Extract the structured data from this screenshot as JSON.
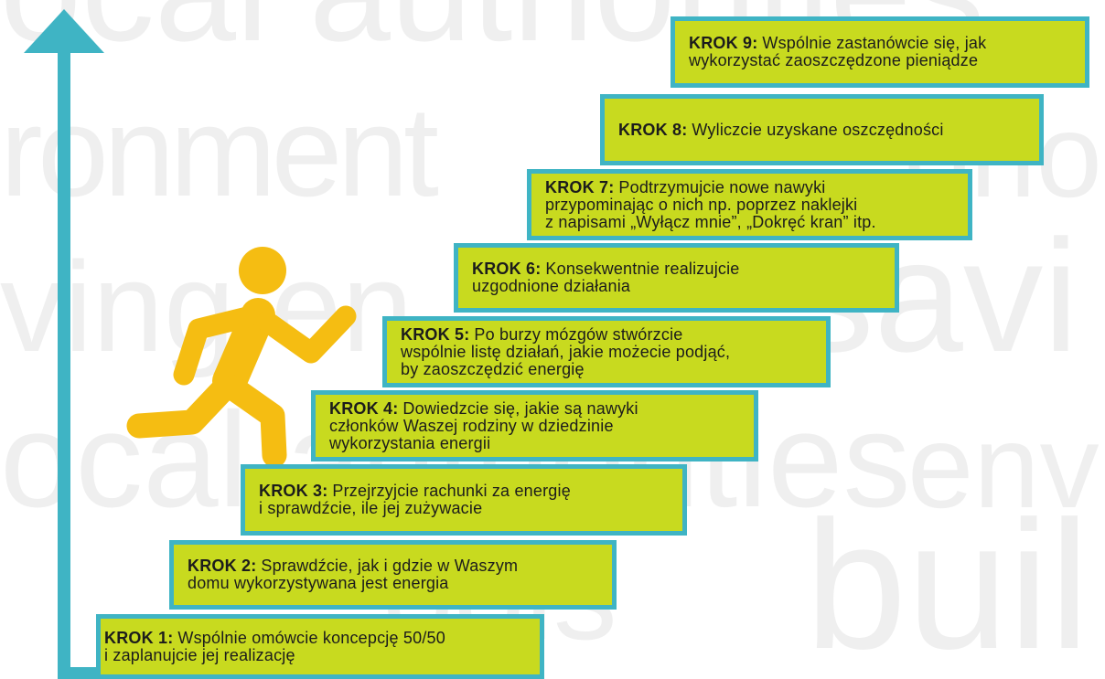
{
  "colors": {
    "accent": "#3fb4c4",
    "step_fill": "#c8da1f",
    "runner": "#f5bd12",
    "watermark": "#efefef"
  },
  "icons": {
    "arrow": "up-arrow-icon",
    "runner": "running-person-icon"
  },
  "watermark": [
    "ocal authorities",
    "ronment",
    "ono",
    "ving en",
    "savi",
    "ocal authorities",
    "env",
    "ools",
    "buil"
  ],
  "steps": [
    {
      "label": "KROK 1:",
      "lines": [
        "Wspólnie omówcie koncepcję 50/50",
        "i zaplanujcie jej realizację"
      ]
    },
    {
      "label": "KROK 2:",
      "lines": [
        "Sprawdźcie, jak i gdzie w Waszym",
        "domu wykorzystywana jest energia"
      ]
    },
    {
      "label": "KROK 3:",
      "lines": [
        "Przejrzyjcie rachunki za energię",
        "i sprawdźcie, ile jej zużywacie"
      ]
    },
    {
      "label": "KROK 4:",
      "lines": [
        "Dowiedzcie się, jakie są nawyki",
        "członków Waszej rodziny w dziedzinie",
        "wykorzystania energii"
      ]
    },
    {
      "label": "KROK 5:",
      "lines": [
        "Po burzy mózgów stwórzcie",
        "wspólnie listę działań, jakie możecie podjąć,",
        "by zaoszczędzić energię"
      ]
    },
    {
      "label": "KROK 6:",
      "lines": [
        "Konsekwentnie realizujcie",
        "uzgodnione działania"
      ]
    },
    {
      "label": "KROK 7:",
      "lines": [
        "Podtrzymujcie nowe nawyki",
        "przypominając o nich np. poprzez naklejki",
        "z napisami „Wyłącz mnie”, „Dokręć kran” itp."
      ]
    },
    {
      "label": "KROK 8:",
      "lines": [
        "Wyliczcie uzyskane oszczędności"
      ]
    },
    {
      "label": "KROK 9:",
      "lines": [
        "Wspólnie zastanówcie się, jak",
        "wykorzystać zaoszczędzone pieniądze"
      ]
    }
  ]
}
